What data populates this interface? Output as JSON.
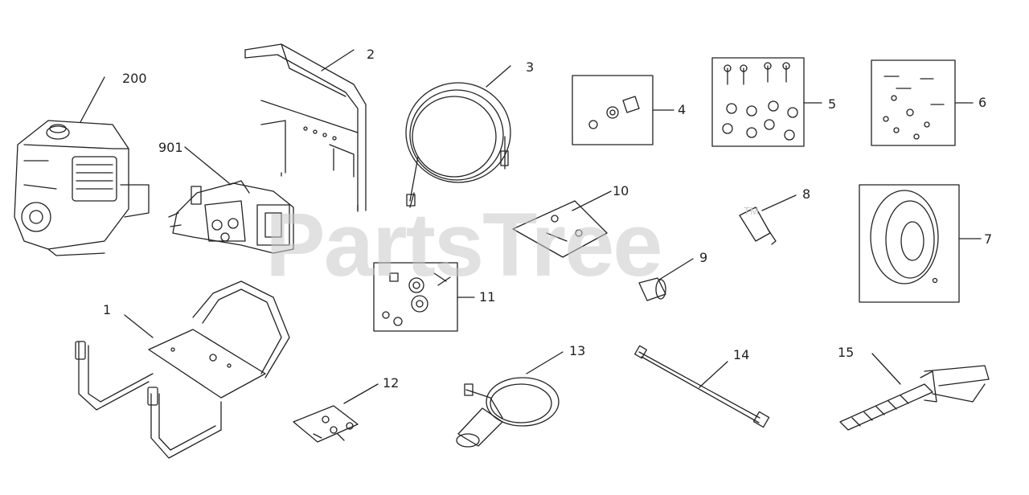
{
  "watermark": {
    "text": "PartsTree",
    "tm": "TM"
  },
  "callouts": {
    "c200": "200",
    "c901": "901",
    "c1": "1",
    "c2": "2",
    "c3": "3",
    "c4": "4",
    "c5": "5",
    "c6": "6",
    "c7": "7",
    "c8": "8",
    "c9": "9",
    "c10": "10",
    "c11": "11",
    "c12": "12",
    "c13": "13",
    "c14": "14",
    "c15": "15"
  }
}
